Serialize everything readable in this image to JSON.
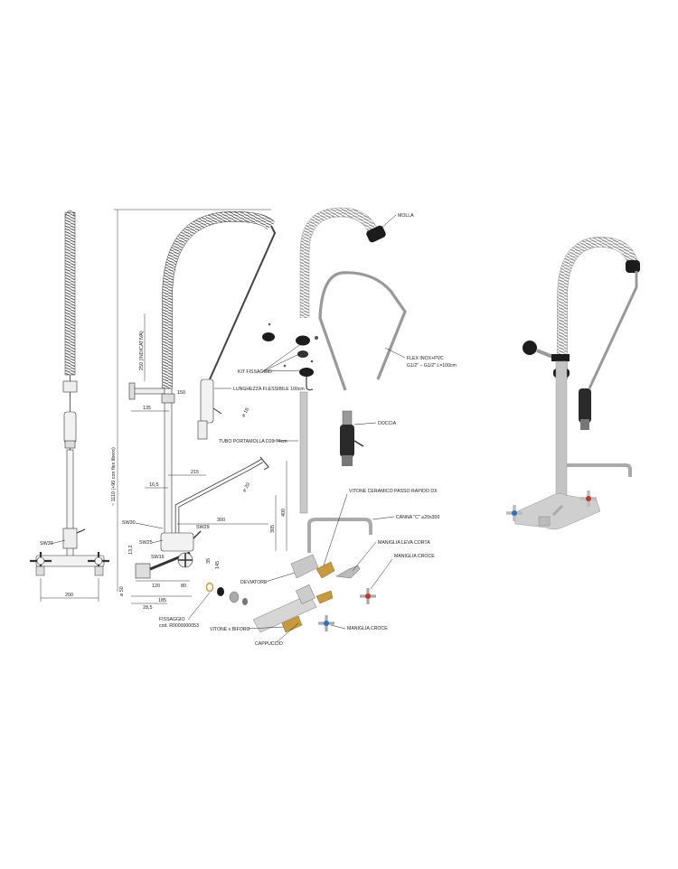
{
  "dimensions": {
    "width_200": "200",
    "height_total": "~ 1110 (+90 con flex libero)",
    "spring_250": "250 (INDICATIVA)",
    "d135": "135",
    "d150": "150",
    "d215": "215",
    "d165": "16,5",
    "d300": "300",
    "d400": "400",
    "d305": "305",
    "d120": "120",
    "d80": "80",
    "d185": "185",
    "d285": "28,5",
    "d50": "⌀ 50",
    "d132": "13,2",
    "d145": "145",
    "d35": "35",
    "d18": "⌀ 18",
    "d20": "⌀ 20"
  },
  "spanner_labels": {
    "sw30_left": "SW30",
    "sw30_mid": "SW30",
    "sw29": "SW29",
    "sw25": "SW25",
    "sw16": "SW16"
  },
  "part_labels": {
    "molla": "MOLLA",
    "kit_fissaggio": "KIT FISSAGGIO",
    "lunghezza_flessibile": "LUNGHEZZA FLESSIBILE 100cm",
    "flex_line1": "FLEX INOX+PVC",
    "flex_line2": "G1/2\" – G1/2\" L=100cm",
    "doccia": "DOCCIA",
    "tubo_portamolla": "TUBO PORTAMOLLA D20 74cm",
    "vitone_ceramico": "VITONE CERAMICO PASSO RAPIDO DX",
    "canna_c": "CANNA \"C\" ⌀20x300",
    "maniglia_leva_corta": "MANIGLIA LEVA CORTA",
    "maniglia_croce_1": "MANIGLIA CROCE",
    "deviatore": "DEVIATORE",
    "fissaggio_line1": "FISSAGGIO",
    "fissaggio_line2": "cod. R0000000053",
    "maniglia_croce_2": "MANIGLIA CROCE",
    "vitone_biforo": "VITONE x BIFORO",
    "cappuccio": "CAPPUCCIO"
  },
  "colors": {
    "steel": "#b8b8b8",
    "steel_dark": "#7a7a7a",
    "line": "#333333",
    "rubber": "#1c1c1c",
    "brass": "#c89a3c",
    "hot": "#c0392b",
    "cold": "#2e6fc4"
  }
}
